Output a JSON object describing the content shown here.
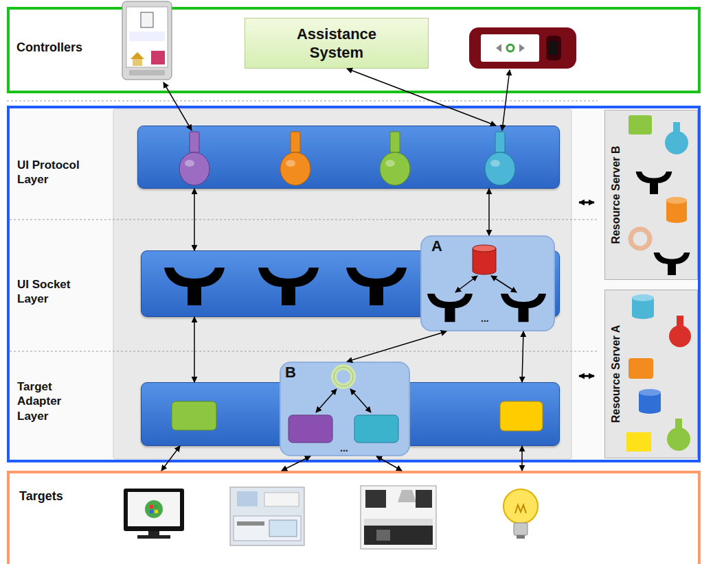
{
  "diagram": {
    "nodes": [
      {
        "text": [
          "Controllers"
        ]
      },
      {
        "text": [
          "Assistance System"
        ],
        "in": 0
      },
      {
        "text": [
          "UI Protocol Layer"
        ]
      },
      {
        "text": [
          "UI Socket Layer"
        ]
      },
      {
        "text": [
          "A",
          "..."
        ],
        "in": 3
      },
      {
        "text": [
          "Target Adapter Layer"
        ]
      },
      {
        "text": [
          "B",
          "..."
        ],
        "in": 5
      },
      {
        "text": [
          "Resource Server B"
        ]
      },
      {
        "text": [
          "Resource Server A"
        ]
      },
      {
        "text": [
          "Targets"
        ]
      }
    ],
    "edges": [
      {
        "from": 1,
        "to": 2,
        "arrow": "both"
      },
      {
        "from": 2,
        "to": 3,
        "arrow": "both"
      },
      {
        "from": 3,
        "to": 5,
        "arrow": "both"
      },
      {
        "from": 2,
        "to": 4,
        "arrow": "both"
      },
      {
        "from": 4,
        "to": 6,
        "arrow": "both"
      },
      {
        "from": 4,
        "to": 5,
        "arrow": "both"
      },
      {
        "from": 5,
        "to": 9,
        "arrow": "both"
      },
      {
        "from": 6,
        "to": 9,
        "arrow": "both"
      },
      {
        "from": 6,
        "to": 9,
        "arrow": "both"
      },
      {
        "from": 5,
        "to": 9,
        "arrow": "both"
      }
    ]
  }
}
